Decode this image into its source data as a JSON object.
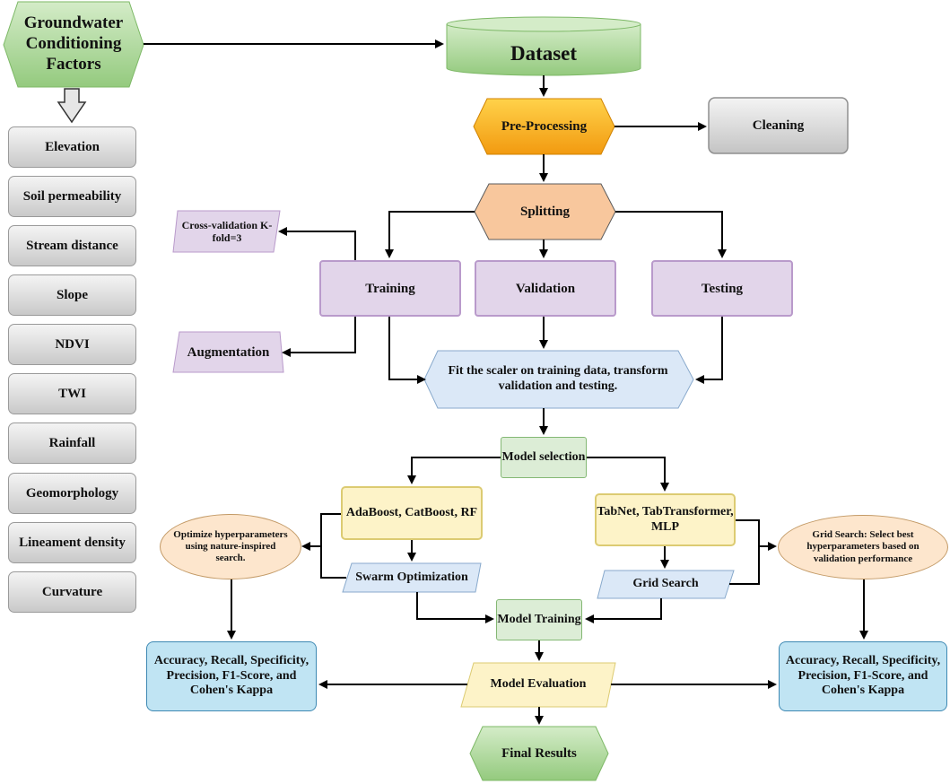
{
  "nodes": {
    "factors_title": "Groundwater Conditioning Factors",
    "factors": [
      "Elevation",
      "Soil permeability",
      "Stream distance",
      "Slope",
      "NDVI",
      "TWI",
      "Rainfall",
      "Geomorphology",
      "Lineament density",
      "Curvature"
    ],
    "dataset": "Dataset",
    "preprocessing": "Pre-Processing",
    "cleaning": "Cleaning",
    "splitting": "Splitting",
    "cross_validation": "Cross-validation K-fold=3",
    "augmentation": "Augmentation",
    "training": "Training",
    "validation": "Validation",
    "testing": "Testing",
    "scaler": "Fit the scaler on training data, transform validation and testing.",
    "model_selection": "Model selection",
    "group_left": "AdaBoost, CatBoost, RF",
    "group_right": "TabNet, TabTransformer, MLP",
    "swarm": "Swarm Optimization",
    "grid": "Grid Search",
    "optimize_note": "Optimize hyperparameters using nature-inspired search.",
    "grid_note": "Grid Search: Select best hyperparameters based on validation performance",
    "model_training": "Model Training",
    "model_evaluation": "Model Evaluation",
    "metrics_left": "Accuracy, Recall, Specificity, Precision, F1-Score, and Cohen's Kappa",
    "metrics_right": "Accuracy, Recall, Specificity, Precision, F1-Score, and Cohen's Kappa",
    "final_results": "Final Results"
  },
  "colors": {
    "green": "#a8d592",
    "orange": "#f7a81c",
    "peach": "#f8c79d",
    "purple": "#e2d5ea",
    "blue": "#c0e4f3",
    "light_blue": "#dbe8f7",
    "yellow": "#fdf3c8",
    "gray": "#d6d6d6"
  }
}
